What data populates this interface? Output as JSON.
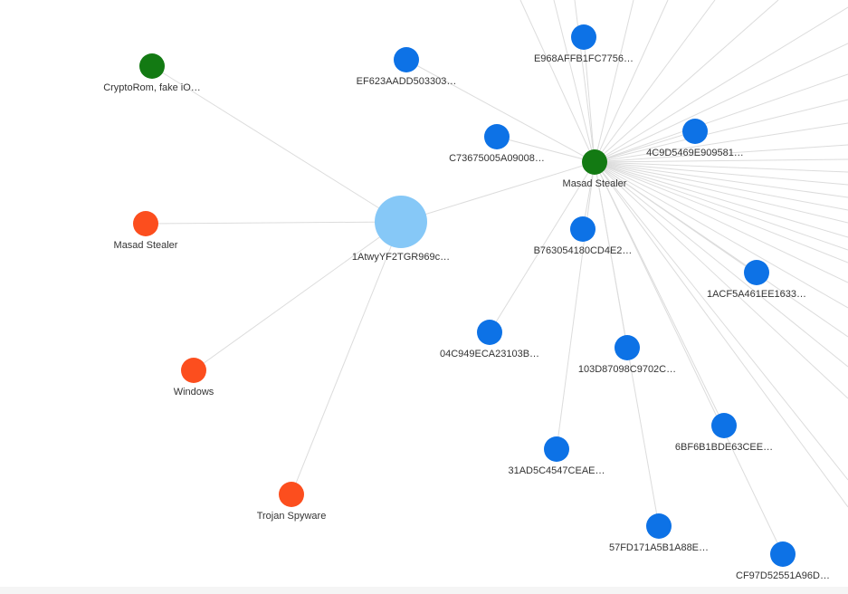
{
  "graph": {
    "colors": {
      "hub": "#86c8f7",
      "hash": "#0d72e6",
      "malware_family": "#137a13",
      "tag": "#fc4e1e",
      "edge": "#dcdcdc"
    },
    "nodes": [
      {
        "id": "hub",
        "label": "1AtwyYF2TGR969c…",
        "kind": "hub"
      },
      {
        "id": "cryptorom",
        "label": "CryptoRom, fake iO…",
        "kind": "malware_family"
      },
      {
        "id": "masad-stealer-family",
        "label": "Masad Stealer",
        "kind": "malware_family"
      },
      {
        "id": "masad-stealer-tag",
        "label": "Masad Stealer",
        "kind": "tag"
      },
      {
        "id": "windows",
        "label": "Windows",
        "kind": "tag"
      },
      {
        "id": "trojan-spyware",
        "label": "Trojan Spyware",
        "kind": "tag"
      },
      {
        "id": "h-e968",
        "label": "E968AFFB1FC7756…",
        "kind": "hash"
      },
      {
        "id": "h-ef62",
        "label": "EF623AADD503303…",
        "kind": "hash"
      },
      {
        "id": "h-c736",
        "label": "C73675005A09008…",
        "kind": "hash"
      },
      {
        "id": "h-4c9d",
        "label": "4C9D5469E909581…",
        "kind": "hash"
      },
      {
        "id": "h-b763",
        "label": "B763054180CD4E2…",
        "kind": "hash"
      },
      {
        "id": "h-1acf",
        "label": "1ACF5A461EE1633…",
        "kind": "hash"
      },
      {
        "id": "h-04c9",
        "label": "04C949ECA23103B…",
        "kind": "hash"
      },
      {
        "id": "h-103d",
        "label": "103D87098C9702C…",
        "kind": "hash"
      },
      {
        "id": "h-6bf6",
        "label": "6BF6B1BDE63CEE…",
        "kind": "hash"
      },
      {
        "id": "h-31ad",
        "label": "31AD5C4547CEAE…",
        "kind": "hash"
      },
      {
        "id": "h-57fd",
        "label": "57FD171A5B1A88E…",
        "kind": "hash"
      },
      {
        "id": "h-cf97",
        "label": "CF97D52551A96D…",
        "kind": "hash"
      }
    ],
    "edges": [
      [
        "hub",
        "cryptorom"
      ],
      [
        "hub",
        "masad-stealer-tag"
      ],
      [
        "hub",
        "windows"
      ],
      [
        "hub",
        "trojan-spyware"
      ],
      [
        "hub",
        "masad-stealer-family"
      ],
      [
        "masad-stealer-family",
        "h-e968"
      ],
      [
        "masad-stealer-family",
        "h-ef62"
      ],
      [
        "masad-stealer-family",
        "h-c736"
      ],
      [
        "masad-stealer-family",
        "h-4c9d"
      ],
      [
        "masad-stealer-family",
        "h-b763"
      ],
      [
        "masad-stealer-family",
        "h-1acf"
      ],
      [
        "masad-stealer-family",
        "h-04c9"
      ],
      [
        "masad-stealer-family",
        "h-103d"
      ],
      [
        "masad-stealer-family",
        "h-6bf6"
      ],
      [
        "masad-stealer-family",
        "h-31ad"
      ],
      [
        "masad-stealer-family",
        "h-57fd"
      ],
      [
        "masad-stealer-family",
        "h-cf97"
      ]
    ]
  }
}
